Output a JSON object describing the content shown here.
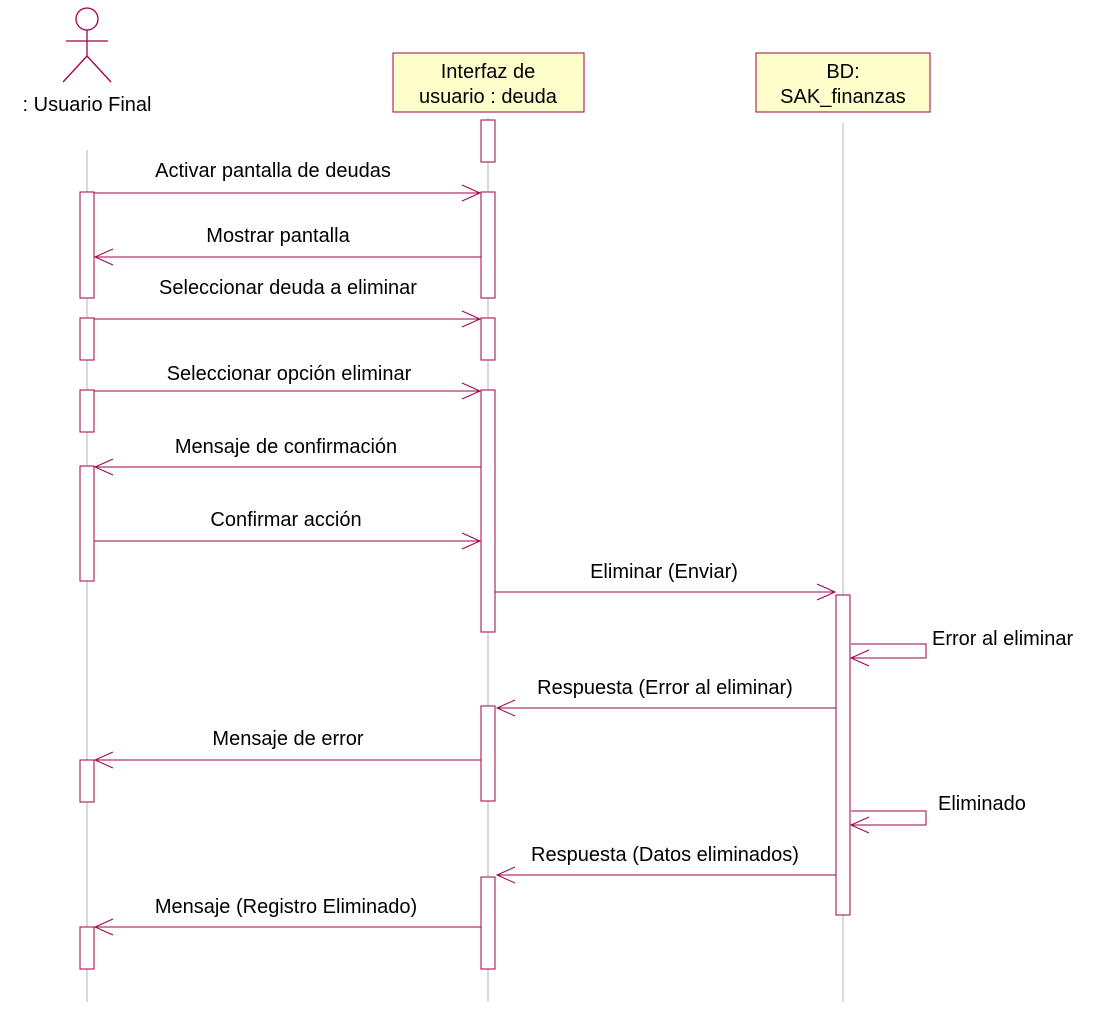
{
  "participants": [
    {
      "id": "user",
      "label": ": Usuario Final",
      "kind": "actor"
    },
    {
      "id": "ui",
      "label_lines": [
        "Interfaz de",
        "usuario : deuda"
      ],
      "kind": "object"
    },
    {
      "id": "db",
      "label_lines": [
        "BD:",
        "SAK_finanzas"
      ],
      "kind": "object"
    }
  ],
  "messages": [
    {
      "from": "user",
      "to": "ui",
      "label": "Activar pantalla de deudas"
    },
    {
      "from": "ui",
      "to": "user",
      "label": "Mostrar pantalla"
    },
    {
      "from": "user",
      "to": "ui",
      "label": "Seleccionar deuda a eliminar"
    },
    {
      "from": "user",
      "to": "ui",
      "label": "Seleccionar opción eliminar"
    },
    {
      "from": "ui",
      "to": "user",
      "label": "Mensaje de confirmación"
    },
    {
      "from": "user",
      "to": "ui",
      "label": "Confirmar acción"
    },
    {
      "from": "ui",
      "to": "db",
      "label": "Eliminar (Enviar)"
    },
    {
      "from": "db",
      "to": "db",
      "label": "Error al eliminar"
    },
    {
      "from": "db",
      "to": "ui",
      "label": "Respuesta (Error al eliminar)"
    },
    {
      "from": "ui",
      "to": "user",
      "label": "Mensaje de error"
    },
    {
      "from": "db",
      "to": "db",
      "label": "Eliminado"
    },
    {
      "from": "db",
      "to": "ui",
      "label": "Respuesta (Datos eliminados)"
    },
    {
      "from": "ui",
      "to": "user",
      "label": "Mensaje (Registro Eliminado)"
    }
  ],
  "colors": {
    "line": "#a0004a",
    "object_fill": "#ffffcc",
    "lifeline": "#b4b4b4"
  }
}
